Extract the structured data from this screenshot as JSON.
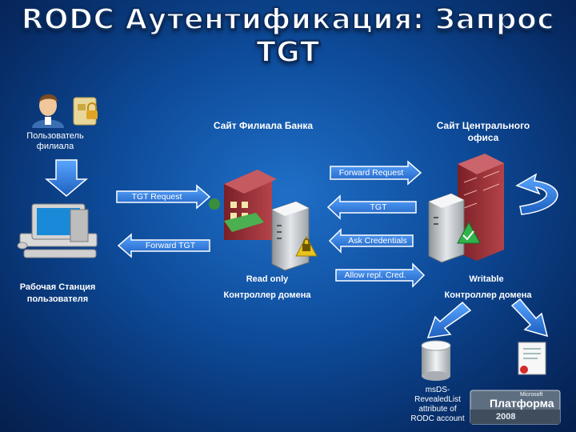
{
  "slide": {
    "title": "RODC Аутентификация: Запрос TGT",
    "labels": {
      "branch_user": "Пользователь филиала",
      "branch_site": "Сайт Филиала Банка",
      "central_site": "Сайт Центрального офиса",
      "workstation": "Рабочая Станция пользователя",
      "rodc_readonly": "Read only",
      "rodc_controller": "Контроллер домена",
      "writable": "Writable",
      "writable_controller": "Контроллер домена",
      "revealed_list": "msDS-RevealedList attribute of RODC account"
    },
    "arrows": {
      "forward_request": "Forward Request",
      "tgt_request": "TGT Request",
      "tgt": "TGT",
      "forward_tgt": "Forward TGT",
      "ask_credentials": "Ask Credentials",
      "allow_repl": "Allow repl. Cred."
    },
    "logo": {
      "brand": "Microsoft",
      "name": "Платформа",
      "year": "2008"
    },
    "colors": {
      "arrow_fill": "#2f7fe0",
      "arrow_stroke": "#ffffff",
      "background": "#0d4a98"
    }
  }
}
